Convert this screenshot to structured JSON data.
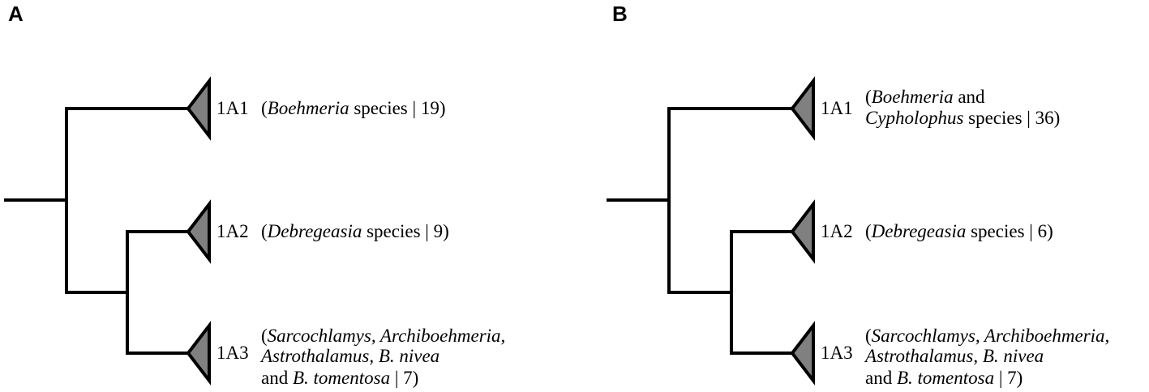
{
  "panels": [
    {
      "label": "A",
      "clades": [
        {
          "id": "1A1",
          "desc": [
            [
              {
                "t": "(",
                "i": false
              },
              {
                "t": "Boehmeria",
                "i": true
              },
              {
                "t": " species | 19)",
                "i": false
              }
            ]
          ]
        },
        {
          "id": "1A2",
          "desc": [
            [
              {
                "t": "(",
                "i": false
              },
              {
                "t": "Debregeasia",
                "i": true
              },
              {
                "t": " species | 9)",
                "i": false
              }
            ]
          ]
        },
        {
          "id": "1A3",
          "desc": [
            [
              {
                "t": "(",
                "i": false
              },
              {
                "t": "Sarcochlamys, Archiboehmeria,",
                "i": true
              }
            ],
            [
              {
                "t": "Astrothalamus, B. nivea",
                "i": true
              }
            ],
            [
              {
                "t": "and ",
                "i": false
              },
              {
                "t": "B. tomentosa",
                "i": true
              },
              {
                "t": " | 7)",
                "i": false
              }
            ]
          ]
        }
      ]
    },
    {
      "label": "B",
      "clades": [
        {
          "id": "1A1",
          "desc": [
            [
              {
                "t": "(",
                "i": false
              },
              {
                "t": "Boehmeria",
                "i": true
              },
              {
                "t": " and",
                "i": false
              }
            ],
            [
              {
                "t": "Cypholophus",
                "i": true
              },
              {
                "t": " species | 36)",
                "i": false
              }
            ]
          ]
        },
        {
          "id": "1A2",
          "desc": [
            [
              {
                "t": "(",
                "i": false
              },
              {
                "t": "Debregeasia",
                "i": true
              },
              {
                "t": " species | 6)",
                "i": false
              }
            ]
          ]
        },
        {
          "id": "1A3",
          "desc": [
            [
              {
                "t": "(",
                "i": false
              },
              {
                "t": "Sarcochlamys, Archiboehmeria,",
                "i": true
              }
            ],
            [
              {
                "t": "Astrothalamus, B. nivea",
                "i": true
              }
            ],
            [
              {
                "t": "and ",
                "i": false
              },
              {
                "t": "B. tomentosa",
                "i": true
              },
              {
                "t": " | 7)",
                "i": false
              }
            ]
          ]
        }
      ]
    }
  ],
  "colors": {
    "line": "#000000",
    "triangle_fill": "#808080"
  }
}
